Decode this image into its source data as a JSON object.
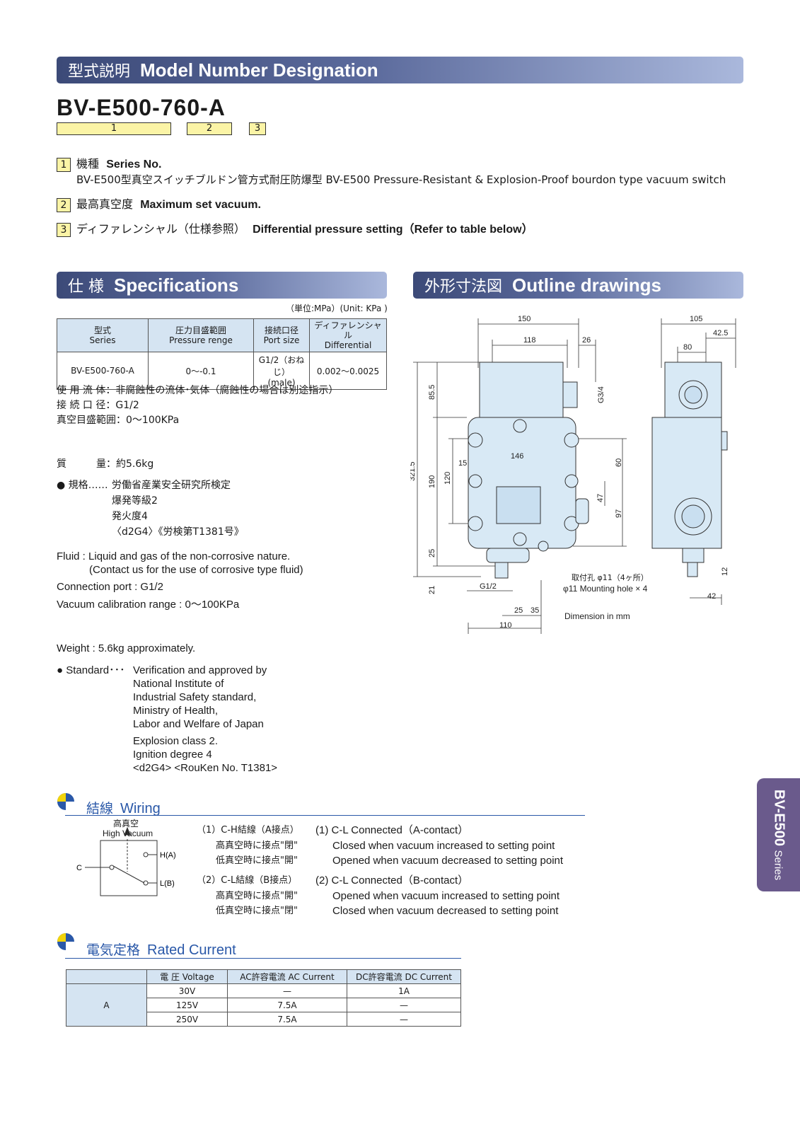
{
  "model_banner": {
    "jp": "型式説明",
    "en": "Model Number Designation"
  },
  "model": {
    "code": "BV-E500-760-A",
    "box1": "1",
    "box2": "2",
    "box3": "3"
  },
  "items": [
    {
      "num": "1",
      "jp": "機種",
      "en": "Series No.",
      "desc": "BV-E500型真空スイッチブルドン管方式耐圧防爆型  BV-E500 Pressure-Resistant & Explosion-Proof bourdon type vacuum switch"
    },
    {
      "num": "2",
      "jp": "最高真空度",
      "en": "Maximum set vacuum."
    },
    {
      "num": "3",
      "jp": "ディファレンシャル（仕様参照）",
      "en": "Differential pressure setting（Refer to table below）"
    }
  ],
  "spec_banner": {
    "jp": "仕 様",
    "en": "Specifications"
  },
  "outline_banner": {
    "jp": "外形寸法図",
    "en": "Outline drawings"
  },
  "spec_unit": "（単位:MPa）(Unit: KPa )",
  "spec_table": {
    "headers": [
      {
        "jp": "型式",
        "en": "Series"
      },
      {
        "jp": "圧力目盛範囲",
        "en": "Pressure renge"
      },
      {
        "jp": "接続口径",
        "en": "Port size"
      },
      {
        "jp": "ディファレンシャル",
        "en": "Differential"
      }
    ],
    "row": {
      "series": "BV-E500-760-A",
      "pressure": "0～-0.1",
      "port1": "G1/2（おねじ）",
      "port2": "(male)",
      "diff": "0.002～0.0025"
    }
  },
  "spec_jp": {
    "fluid": "使 用 流 体：非腐蝕性の流体･気体（腐蝕性の場合は別途指示）",
    "port": "接 続 口 径：G1/2",
    "range": "真空目盛範囲：0～100KPa",
    "weight": "質　　　量：約5.6kg",
    "standard_label": "● 規格……",
    "standard_lines": [
      "労働省産業安全研究所検定",
      "爆発等級2",
      "発火度4",
      "〈d2G4〉《労検第T1381号》"
    ]
  },
  "spec_en": {
    "fluid1": "Fluid : Liquid and gas of the non-corrosive nature.",
    "fluid2": "(Contact us for the use of corrosive type fluid)",
    "port": "Connection port : G1/2",
    "range": "Vacuum calibration range : 0～100KPa",
    "weight": "Weight : 5.6kg approximately.",
    "standard_label": "● Standard･･･",
    "standard_lines": [
      "Verification and approved by",
      "National Institute of",
      "Industrial Safety standard,",
      "Ministry of Health,",
      "Labor and Welfare of Japan",
      "Explosion class 2.",
      "Ignition degree 4",
      "<d2G4>  <RouKen No. T1381>"
    ]
  },
  "drawing": {
    "d150": "150",
    "d118": "118",
    "d26": "26",
    "d105": "105",
    "d42_5": "42.5",
    "d80": "80",
    "d85_5": "85.5",
    "d321_5": "321.5",
    "d190": "190",
    "d120": "120",
    "d15": "15",
    "d146": "146",
    "d60": "60",
    "d47": "47",
    "d97": "97",
    "d25": "25",
    "d21": "21",
    "g34": "G3/4",
    "g12": "G1/2",
    "d25b": "25",
    "d35": "35",
    "d110": "110",
    "d12": "12",
    "d42": "42",
    "mount_jp": "取付孔 φ11（4ヶ所）",
    "mount_en": "φ11 Mounting hole × 4",
    "unit": "Dimension in mm"
  },
  "wiring": {
    "title_jp": "結線",
    "title_en": "Wiring",
    "hv_jp": "高真空",
    "hv_en": "High Vacuum",
    "c": "C",
    "ha": "H(A)",
    "lb": "L(B)",
    "jp1_title": "（1）C-H結線（A接点）",
    "jp1_a": "高真空時に接点\"閉\"",
    "jp1_b": "低真空時に接点\"開\"",
    "jp2_title": "（2）C-L結線（B接点）",
    "jp2_a": "高真空時に接点\"開\"",
    "jp2_b": "低真空時に接点\"閉\"",
    "en1_title": "(1) C-L Connected（A-contact）",
    "en1_a": "Closed when vacuum increased to setting point",
    "en1_b": "Opened when vacuum decreased to setting point",
    "en2_title": "(2) C-L Connected（B-contact）",
    "en2_a": "Opened when vacuum increased to setting point",
    "en2_b": "Closed when vacuum decreased to setting point"
  },
  "rated": {
    "title_jp": "電気定格",
    "title_en": "Rated Current",
    "headers": [
      "電 圧 Voltage",
      "AC許容電流 AC Current",
      "DC許容電流 DC Current"
    ],
    "label": "A",
    "rows": [
      {
        "v": "30V",
        "ac": "—",
        "dc": "1A"
      },
      {
        "v": "125V",
        "ac": "7.5A",
        "dc": "—"
      },
      {
        "v": "250V",
        "ac": "7.5A",
        "dc": "—"
      }
    ]
  },
  "side_tab": {
    "main": "BV-E500",
    "sub": "Series"
  },
  "colors": {
    "banner_dark": "#3c4a78",
    "banner_light": "#aab8dc",
    "yellow": "#fbf4a6",
    "body_fill": "#d8e9f5",
    "accent_blue": "#2a58a8",
    "tab": "#6a5a8c"
  }
}
